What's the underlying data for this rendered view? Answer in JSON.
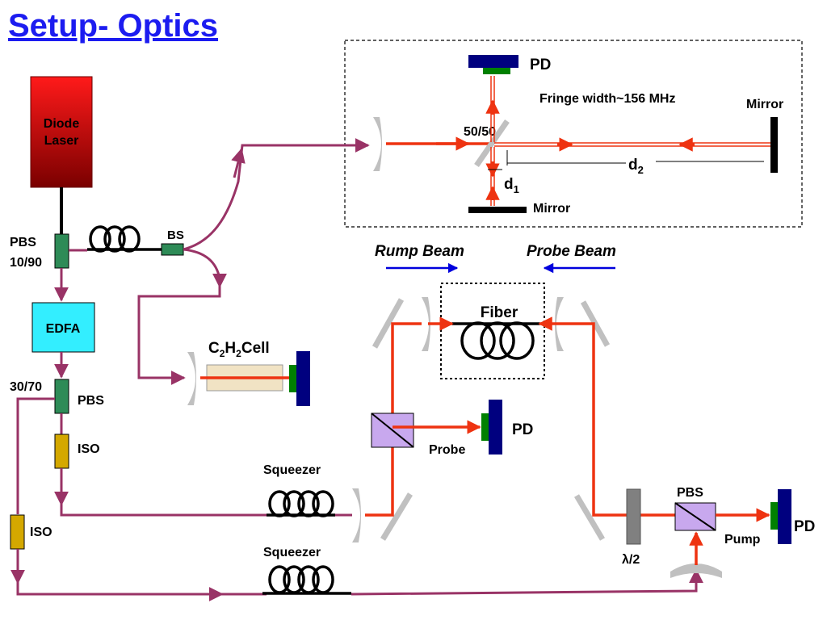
{
  "title": "Setup- Optics",
  "labels": {
    "diode_laser_line1": "Diode",
    "diode_laser_line2": "Laser",
    "pbs_top_name": "PBS",
    "pbs_top_ratio": "10/90",
    "bs": "BS",
    "edfa": "EDFA",
    "pbs_mid_ratio": "30/70",
    "pbs_mid_name": "PBS",
    "iso_1": "ISO",
    "iso_2": "ISO",
    "c2h2_C": "C",
    "c2h2_sub1": "2",
    "c2h2_H": "H",
    "c2h2_sub2": "2",
    "c2h2_cell": "Cell",
    "pd_top": "PD",
    "fringe_width": "Fringe width~156 MHz",
    "mirror_right": "Mirror",
    "splitter_5050": "50/50",
    "d2_d": "d",
    "d2_sub": "2",
    "d1_d": "d",
    "d1_sub": "1",
    "mirror_bottom": "Mirror",
    "rump_beam": "Rump Beam",
    "probe_beam": "Probe Beam",
    "fiber": "Fiber",
    "pd_probe": "PD",
    "probe": "Probe",
    "squeezer_1": "Squeezer",
    "squeezer_2": "Squeezer",
    "pbs_pump": "PBS",
    "pd_pump": "PD",
    "pump": "Pump",
    "half_wave": "λ/2"
  },
  "colors": {
    "title": "#1c1cf0",
    "fiber": "#993366",
    "laser_beam": "#ee3311",
    "photodiode": "#00007f",
    "detector_face": "#008000",
    "edfa": "#33eeff",
    "pbs_component": "#2e8b57",
    "iso": "#d4a800",
    "beam_cube": "#c8a8ee",
    "beam_direction_arrows": "#0000dd",
    "c2h2_cell": "#f1e3c4",
    "waveplate": "#808080"
  }
}
